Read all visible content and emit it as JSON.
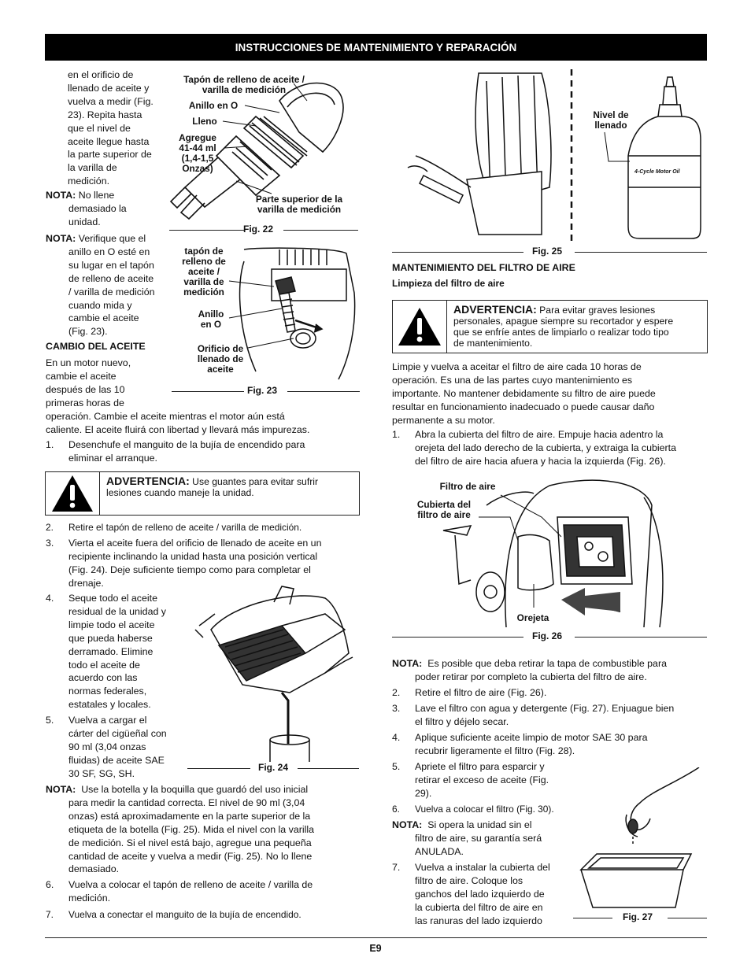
{
  "header": {
    "title": "INSTRUCCIONES DE MANTENIMIENTO Y REPARACIÓN"
  },
  "left": {
    "intro_lines": [
      "en el orificio de",
      "llenado de aceite y",
      "vuelva a medir (Fig.",
      "23). Repita hasta",
      "que el nivel de",
      "aceite llegue hasta",
      "la parte superior de",
      "la varilla de",
      "medición."
    ],
    "nota1": {
      "label": "NOTA:",
      "lines": [
        "No llene",
        "demasiado la",
        "unidad."
      ]
    },
    "nota2": {
      "label": "NOTA:",
      "lines": [
        "Verifique que el",
        "anillo en O esté en",
        "su lugar en el tapón",
        "de relleno de aceite",
        "/ varilla de medición",
        "cuando mida y",
        "cambie el aceite",
        "(Fig. 23)."
      ]
    },
    "cambio_heading": "CAMBIO DEL ACEITE",
    "cambio_lines": [
      "En un motor nuevo,",
      "cambie el aceite",
      "después de las 10",
      "primeras horas de"
    ],
    "cambio_full": [
      "operación. Cambie el aceite mientras el motor aún está",
      "caliente. El aceite fluirá con libertad y llevará más impurezas."
    ],
    "step1": {
      "num": "1.",
      "lines": [
        "Desenchufe el manguito de la bujía de encendido para",
        "eliminar el arranque."
      ]
    },
    "warning": {
      "label": "ADVERTENCIA:",
      "first": "Use guantes para evitar sufrir",
      "rest": "lesiones cuando maneje la unidad."
    },
    "step2": {
      "num": "2.",
      "text": "Retire el tapón de relleno de aceite / varilla de medición."
    },
    "step3": {
      "num": "3.",
      "lines": [
        "Vierta el aceite fuera del orificio de llenado de aceite en un",
        "recipiente inclinando la unidad hasta una posición vertical",
        "(Fig. 24). Deje suficiente tiempo como para completar el",
        "drenaje."
      ]
    },
    "step4": {
      "num": "4.",
      "lines": [
        "Seque todo el aceite",
        "residual de la unidad y",
        "limpie todo el aceite",
        "que pueda haberse",
        "derramado. Elimine",
        "todo el aceite de",
        "acuerdo con las",
        "normas federales,",
        "estatales y locales."
      ]
    },
    "step5": {
      "num": "5.",
      "lines": [
        "Vuelva a cargar el",
        "cárter del cigüeñal con",
        "90 ml (3,04 onzas",
        "fluidas) de aceite SAE",
        "30 SF, SG, SH."
      ]
    },
    "nota3": {
      "label": "NOTA:",
      "first": "Use la botella y la boquilla que guardó del uso inicial",
      "lines": [
        "para medir la cantidad correcta. El nivel de  90 ml (3,04",
        "onzas) está aproximadamente en la parte superior de la",
        "etiqueta de la botella (Fig. 25). Mida el nivel con la varilla",
        "de medición. Si el nivel está bajo, agregue una pequeña",
        "cantidad de aceite y vuelva a medir (Fig. 25). No lo llene",
        "demasiado."
      ]
    },
    "step6": {
      "num": "6.",
      "lines": [
        "Vuelva a colocar el tapón de relleno de aceite / varilla de",
        "medición."
      ]
    },
    "step7": {
      "num": "7.",
      "text": "Vuelva a conectar el manguito de la bujía de encendido."
    }
  },
  "fig22": {
    "caption": "Fig. 22",
    "label_tapon": "Tapón de relleno de aceite /\nvarilla de medición",
    "label_anillo": "Anillo en O",
    "label_lleno": "Lleno",
    "label_agregue": "Agregue\n41-44 ml\n(1,4-1,5\nOnzas)",
    "label_parte": "Parte superior de la\nvarilla de medición"
  },
  "fig23": {
    "caption": "Fig. 23",
    "label_tapon": "tapón de\nrelleno de\naceite /\nvarilla de\nmedición",
    "label_anillo": "Anillo\nen O",
    "label_orificio": "Orificio de\nllenado de\naceite"
  },
  "fig24": {
    "caption": "Fig. 24"
  },
  "fig25": {
    "caption": "Fig. 25",
    "label_nivel": "Nivel de\nllenado",
    "bottle_label": "4-Cycle Motor Oil"
  },
  "right": {
    "heading": "MANTENIMIENTO DEL FILTRO DE AIRE",
    "subheading": "Limpieza del filtro de aire",
    "warning": {
      "label": "ADVERTENCIA:",
      "first": "Para evitar graves lesiones",
      "lines": [
        "personales, apague siempre su recortador y espere",
        "que se enfríe antes de limpiarlo o realizar todo tipo",
        "de mantenimiento."
      ]
    },
    "para": [
      "Limpie y vuelva a aceitar el filtro de aire cada 10 horas de",
      "operación. Es una de las partes cuyo mantenimiento es",
      "importante. No mantener debidamente su filtro de aire puede",
      "resultar en funcionamiento inadecuado o puede causar daño",
      "permanente a su motor."
    ],
    "step1": {
      "num": "1.",
      "lines": [
        "Abra la cubierta del filtro de aire. Empuje hacia adentro la",
        "orejeta del lado derecho de la cubierta, y extraiga la cubierta",
        "del filtro de aire hacia afuera y hacia la izquierda (Fig. 26)."
      ]
    },
    "nota1": {
      "label": "NOTA:",
      "first": "Es posible que deba retirar la tapa de combustible para",
      "rest": "poder retirar por completo la cubierta del filtro de aire."
    },
    "step2": {
      "num": "2.",
      "text": "Retire el filtro de aire (Fig. 26)."
    },
    "step3": {
      "num": "3.",
      "lines": [
        "Lave el filtro con agua y detergente (Fig. 27). Enjuague bien",
        "el filtro y déjelo secar."
      ]
    },
    "step4": {
      "num": "4.",
      "lines": [
        "Aplique suficiente aceite limpio de motor SAE 30 para",
        "recubrir ligeramente el filtro (Fig. 28)."
      ]
    },
    "step5": {
      "num": "5.",
      "lines": [
        "Apriete el filtro para esparcir y",
        "retirar el exceso de aceite (Fig.",
        "29)."
      ]
    },
    "step6": {
      "num": "6.",
      "text": "Vuelva a colocar el filtro (Fig. 30)."
    },
    "nota2": {
      "label": "NOTA:",
      "first": "Si opera la unidad sin el",
      "lines": [
        "filtro de aire, su garantía será",
        "ANULADA."
      ]
    },
    "step7": {
      "num": "7.",
      "lines": [
        "Vuelva a instalar la cubierta del",
        "filtro de aire. Coloque los",
        "ganchos del lado izquierdo de",
        "la cubierta del filtro de aire en",
        "las ranuras del lado izquierdo"
      ]
    }
  },
  "fig26": {
    "caption": "Fig. 26",
    "label_filtro": "Filtro de aire",
    "label_cubierta": "Cubierta del\nfiltro de aire",
    "label_orejeta": "Orejeta"
  },
  "fig27": {
    "caption": "Fig. 27"
  },
  "footer": {
    "page": "E9"
  }
}
